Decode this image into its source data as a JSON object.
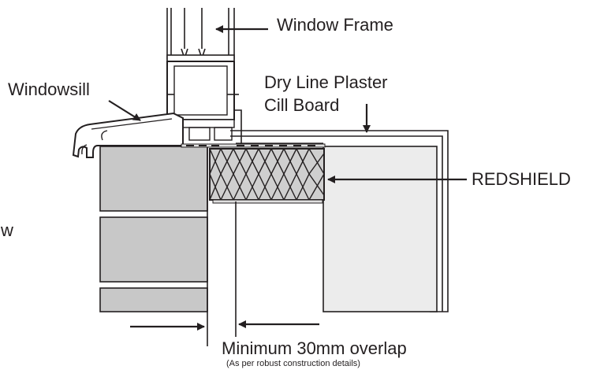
{
  "labels": {
    "window_frame": "Window Frame",
    "windowsill": "Windowsill",
    "dry_line_plaster": "Dry Line Plaster",
    "cill_board": "Cill Board",
    "redshield": "REDSHIELD",
    "minimum_overlap": "Minimum 30mm overlap",
    "robust_note": "(As per robust construction details)",
    "cropped_edge_text": "w"
  },
  "colors": {
    "line": "#231f20",
    "block_fill": "#c8c8c8",
    "board_fill": "#ececec",
    "insulation_fill": "#cfcfcf",
    "background": "#ffffff"
  }
}
